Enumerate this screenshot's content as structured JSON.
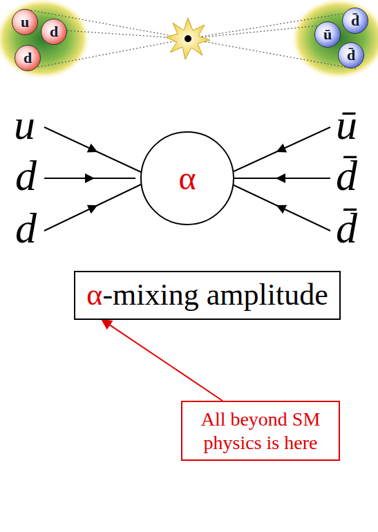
{
  "diagram": {
    "nodes": [
      {
        "text": [
          "u"
        ]
      },
      {
        "text": [
          "d"
        ]
      },
      {
        "text": [
          "d"
        ]
      },
      {
        "text": [
          "ū"
        ]
      },
      {
        "text": [
          "d̄"
        ]
      },
      {
        "text": [
          "d̄"
        ]
      },
      {
        "text": [
          "α"
        ]
      },
      {
        "text": [
          "α-mixing amplitude"
        ]
      },
      {
        "text": [
          "All beyond SM physics is here"
        ]
      }
    ],
    "edges": [
      {
        "from": 8,
        "to": 7,
        "arrow": "to"
      }
    ],
    "labels": [
      "u",
      "d",
      "d",
      "ū",
      "d̄",
      "d̄"
    ]
  }
}
